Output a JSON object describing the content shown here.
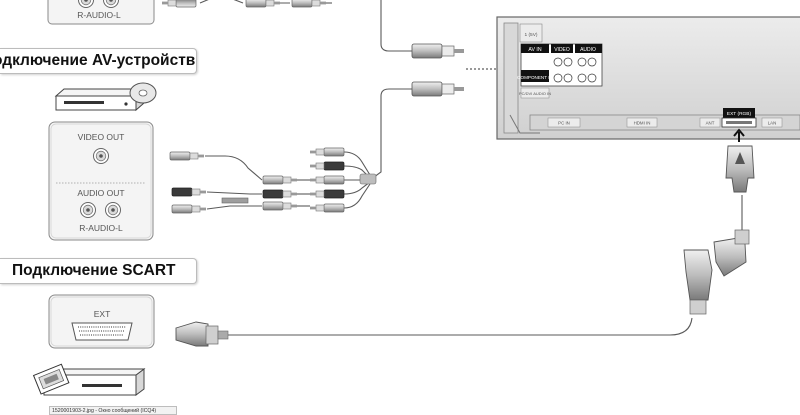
{
  "headings": {
    "av": "одключение AV-устройств",
    "scart": "Подключение SCART"
  },
  "top_panel": {
    "audio_label": "R-AUDIO-L"
  },
  "av_panel": {
    "video_out": "VIDEO OUT",
    "audio_out": "AUDIO OUT",
    "audio_label": "R-AUDIO-L"
  },
  "scart_panel": {
    "ext": "EXT"
  },
  "tv_panel": {
    "usb": "1 (5V)",
    "av_in": "AV IN",
    "video": "VIDEO",
    "audio": "AUDIO",
    "component_in": "COMPONENT IN",
    "pc_dvi": "PC/DVI AUDIO IN",
    "port_1": "PC IN",
    "port_2": "HDMI IN",
    "port_3": "ANT",
    "ext_rgb": "EXT (RGB)",
    "port_5": "LAN"
  },
  "taskbar": {
    "text": "1520001903-2.jpg - Окно сообщений (ICQ4)"
  },
  "colors": {
    "line": "#5a5a5a",
    "panel_fill": "#f4f4f4",
    "tv_fill": "#e2e2e2"
  }
}
